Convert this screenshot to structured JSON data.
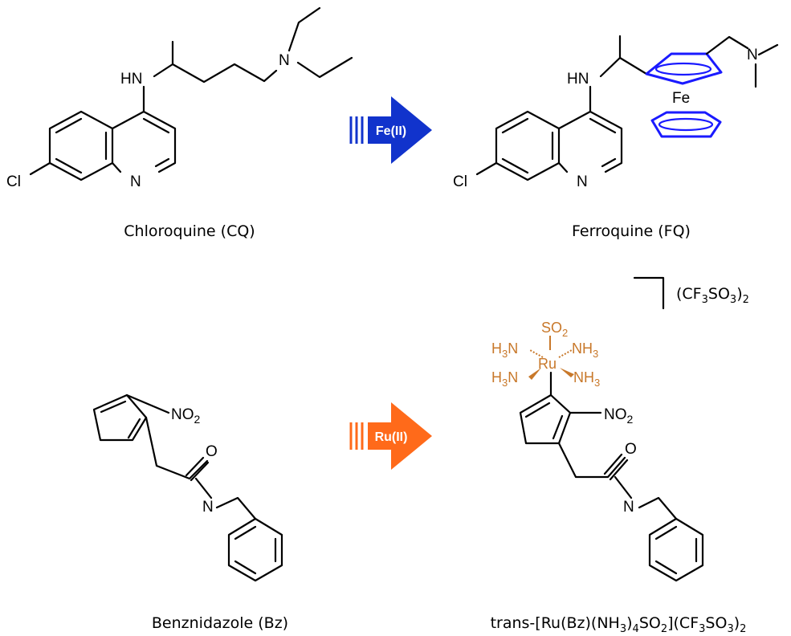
{
  "colors": {
    "fe": "#1a1aff",
    "fe_arrow": "#1133cc",
    "ru": "#c8782a",
    "ru_arrow": "#ff6a1a",
    "bond": "#000000"
  },
  "arrows": {
    "fe": "Fe(II)",
    "ru": "Ru(II)"
  },
  "chloroquine": {
    "name": "Chloroquine (CQ)",
    "atoms": {
      "hn": "HN",
      "n_amine": "N",
      "n_ring": "N",
      "cl": "Cl"
    }
  },
  "ferroquine": {
    "name": "Ferroquine (FQ)",
    "atoms": {
      "hn": "HN",
      "n_amine": "N",
      "n_ring": "N",
      "cl": "Cl",
      "fe": "Fe"
    }
  },
  "benznidazole": {
    "name": "Benznidazole (Bz)",
    "atoms": {
      "no2": "NO",
      "no2_sub": "2",
      "o": "O",
      "n": "N"
    }
  },
  "ru_complex": {
    "counter_ion": "(CF",
    "counter_ion_parts": [
      "(CF",
      "3",
      "SO",
      "3",
      ")",
      "2"
    ],
    "name_parts": [
      "trans-[Ru(Bz)(NH",
      "3",
      ")",
      "4",
      "SO",
      "2",
      "](CF",
      "3",
      "SO",
      "3",
      ")",
      "2"
    ],
    "atoms": {
      "so2": "SO",
      "so2_sub": "2",
      "ru": "Ru",
      "h3n": "H",
      "h3n_sub": "3",
      "h3n_n": "N",
      "nh3": "NH",
      "nh3_sub": "3",
      "no2": "NO",
      "no2_sub": "2",
      "o": "O",
      "n": "N"
    }
  }
}
